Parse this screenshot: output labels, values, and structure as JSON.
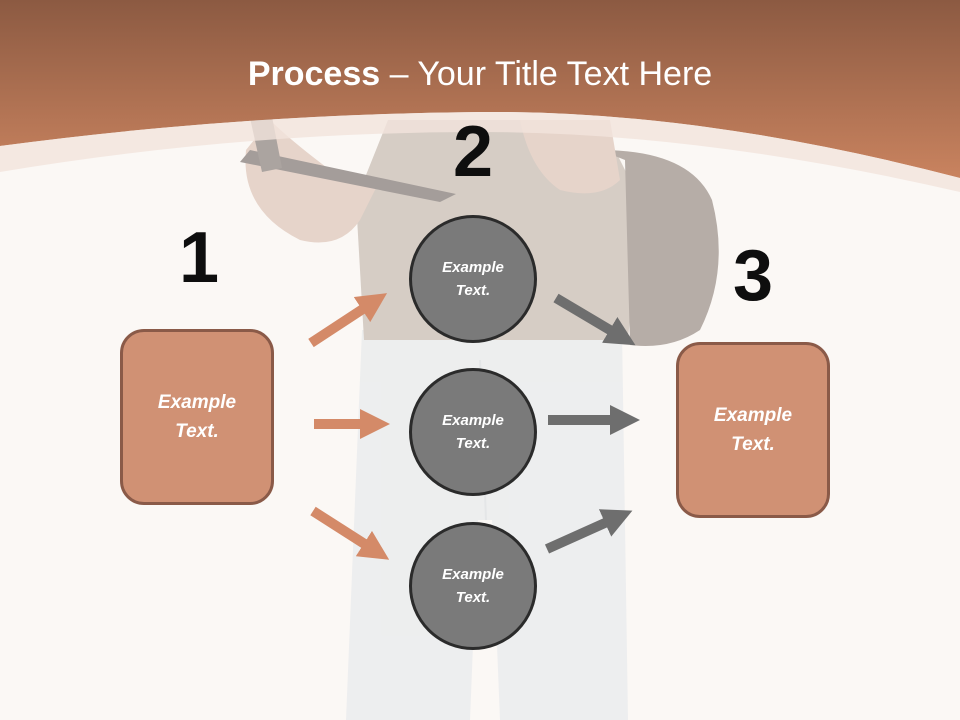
{
  "slide": {
    "title_bold": "Process",
    "title_rest": " – Your Title Text Here",
    "step_numbers": [
      "1",
      "2",
      "3"
    ],
    "left_box": "Example Text.",
    "circles": [
      "Example Text.",
      "Example Text.",
      "Example Text."
    ],
    "right_box": "Example Text."
  },
  "colors": {
    "header_top": "#8c5a42",
    "header_bottom": "#c47e5c",
    "box_fill": "#d09174",
    "box_border": "#8a5a48",
    "circle_fill": "#7a7a7a",
    "circle_border": "#2b2b2b",
    "arrow_in": "#d48a68",
    "arrow_out": "#6e6e6e"
  }
}
